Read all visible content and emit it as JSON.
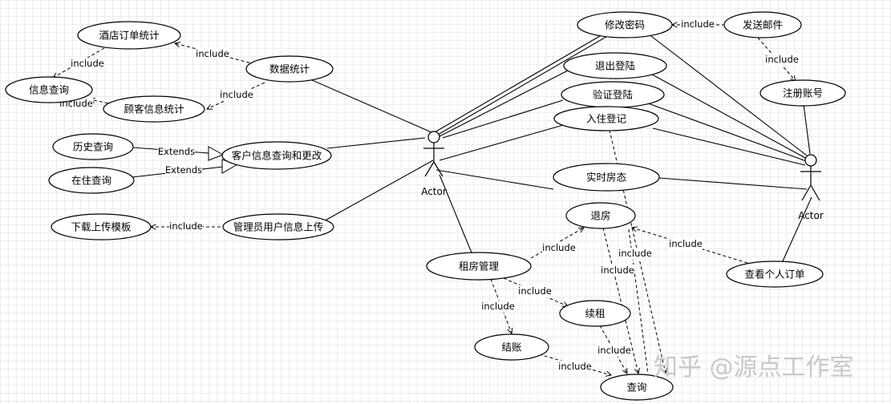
{
  "use_cases": {
    "hotel_order_stats": "酒店订单统计",
    "info_query": "信息查询",
    "guest_info_stats": "顾客信息统计",
    "data_stats": "数据统计",
    "history_query": "历史查询",
    "current_stay_query": "在住查询",
    "customer_info_edit": "客户信息查询和更改",
    "download_template": "下载上传模板",
    "admin_user_upload": "管理员用户信息上传",
    "change_password": "修改密码",
    "send_email": "发送邮件",
    "logout": "退出登陆",
    "register": "注册账号",
    "verify_login": "验证登陆",
    "checkin": "入住登记",
    "realtime_rooms": "实时房态",
    "checkout": "退房",
    "rental_mgmt": "租房管理",
    "view_personal_order": "查看个人订单",
    "renew": "续租",
    "settle": "结账",
    "query": "查询"
  },
  "relations": {
    "include": "include",
    "extends": "Extends"
  },
  "actors": {
    "admin": "Actor",
    "user": "Actor"
  },
  "watermark": "知乎 @源点工作室"
}
